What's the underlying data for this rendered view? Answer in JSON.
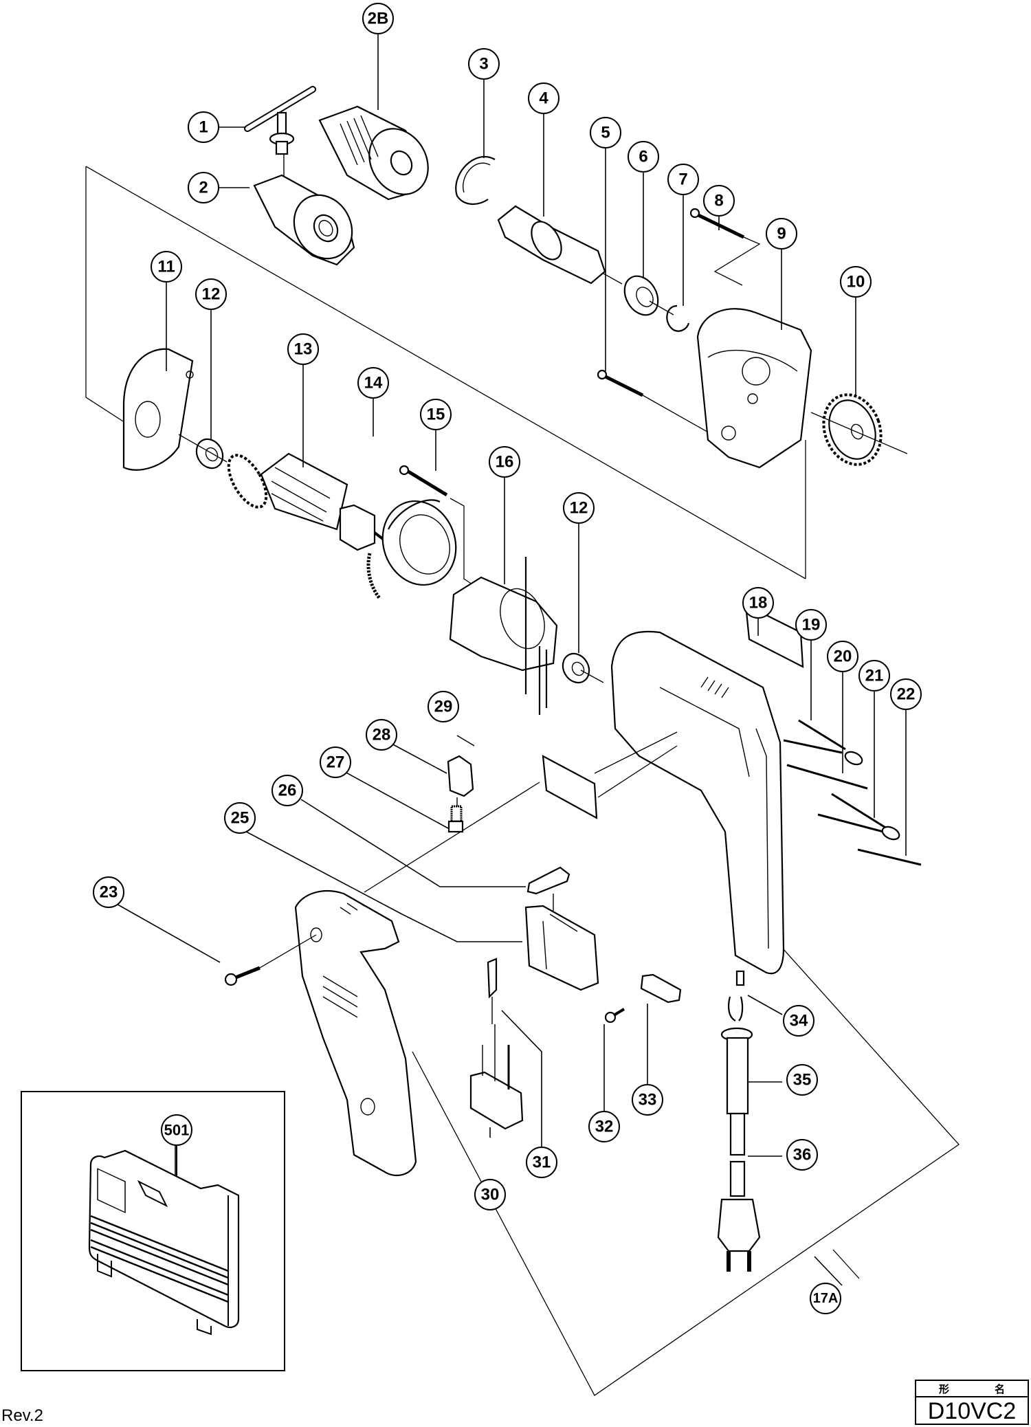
{
  "document": {
    "type": "exploded parts diagram",
    "revision": "Rev.2",
    "title_block": {
      "header_left": "形",
      "header_right": "名",
      "model": "D10VC2"
    }
  },
  "callouts": [
    {
      "id": "1",
      "label": "1"
    },
    {
      "id": "2",
      "label": "2"
    },
    {
      "id": "2B",
      "label": "2B"
    },
    {
      "id": "3",
      "label": "3"
    },
    {
      "id": "4",
      "label": "4"
    },
    {
      "id": "5",
      "label": "5"
    },
    {
      "id": "6",
      "label": "6"
    },
    {
      "id": "7",
      "label": "7"
    },
    {
      "id": "8",
      "label": "8"
    },
    {
      "id": "9",
      "label": "9"
    },
    {
      "id": "10",
      "label": "10"
    },
    {
      "id": "11",
      "label": "11"
    },
    {
      "id": "12a",
      "label": "12"
    },
    {
      "id": "13",
      "label": "13"
    },
    {
      "id": "14",
      "label": "14"
    },
    {
      "id": "15",
      "label": "15"
    },
    {
      "id": "16",
      "label": "16"
    },
    {
      "id": "12b",
      "label": "12"
    },
    {
      "id": "17A",
      "label": "17A"
    },
    {
      "id": "18",
      "label": "18"
    },
    {
      "id": "19",
      "label": "19"
    },
    {
      "id": "20",
      "label": "20"
    },
    {
      "id": "21",
      "label": "21"
    },
    {
      "id": "22",
      "label": "22"
    },
    {
      "id": "23",
      "label": "23"
    },
    {
      "id": "25",
      "label": "25"
    },
    {
      "id": "26",
      "label": "26"
    },
    {
      "id": "27",
      "label": "27"
    },
    {
      "id": "28",
      "label": "28"
    },
    {
      "id": "29",
      "label": "29"
    },
    {
      "id": "30",
      "label": "30"
    },
    {
      "id": "31",
      "label": "31"
    },
    {
      "id": "32",
      "label": "32"
    },
    {
      "id": "33",
      "label": "33"
    },
    {
      "id": "34",
      "label": "34"
    },
    {
      "id": "35",
      "label": "35"
    },
    {
      "id": "36",
      "label": "36"
    },
    {
      "id": "501",
      "label": "501"
    }
  ]
}
